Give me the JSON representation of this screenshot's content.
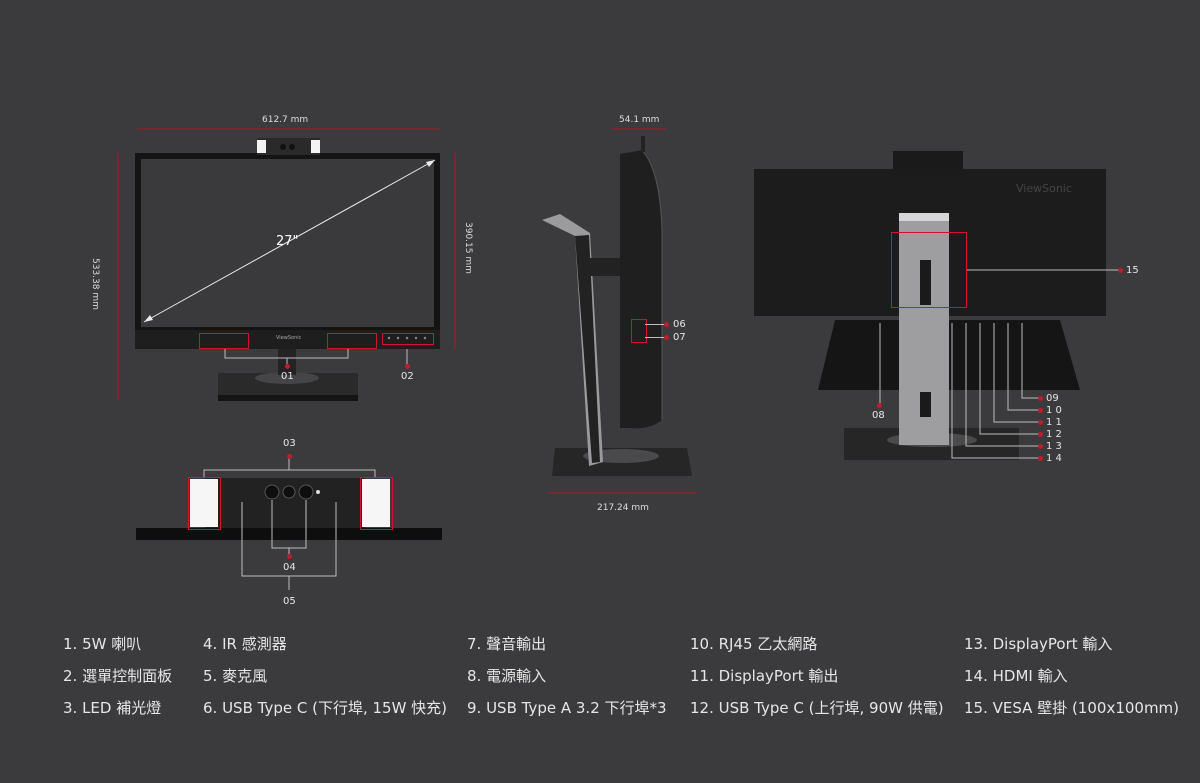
{
  "dimensions": {
    "front_width": "612.7 mm",
    "front_height": "390.15 mm",
    "front_total_height": "533.38 mm",
    "diagonal": "27\"",
    "side_depth": "54.1 mm",
    "base_depth": "217.24 mm"
  },
  "brand": "ViewSonic",
  "callouts": {
    "c01": "01",
    "c02": "02",
    "c03": "03",
    "c04": "04",
    "c05": "05",
    "c06": "06",
    "c07": "07",
    "c08": "08",
    "c09": "09",
    "c10": "1 0",
    "c11": "1 1",
    "c12": "1 2",
    "c13": "1 3",
    "c14": "1 4",
    "c15": "15"
  },
  "legend": {
    "col1": [
      "1. 5W 喇叭",
      "2. 選單控制面板",
      "3. LED 補光燈"
    ],
    "col2": [
      "4. IR 感測器",
      "5. 麥克風",
      "6. USB Type C (下行埠, 15W 快充)"
    ],
    "col3": [
      "7. 聲音輸出",
      "8. 電源輸入",
      "9. USB Type A 3.2 下行埠*3"
    ],
    "col4": [
      "10. RJ45 乙太網路",
      "11. DisplayPort 輸出",
      "12. USB Type C (上行埠, 90W 供電)"
    ],
    "col5": [
      "13. DisplayPort 輸入",
      "14. HDMI 輸入",
      "15. VESA 壁掛 (100x100mm)"
    ]
  },
  "colors": {
    "background": "#3b3b3d",
    "accent": "#c01b2f",
    "monitor": "#1b1b1c"
  }
}
